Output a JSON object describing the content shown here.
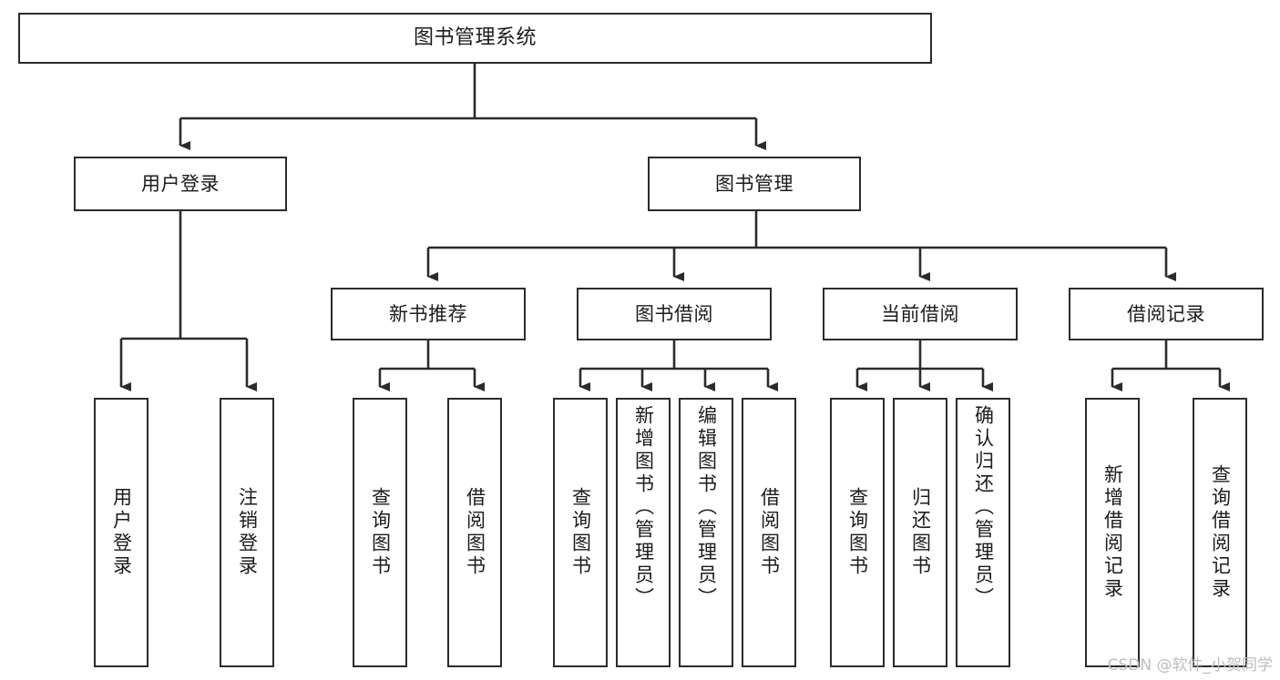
{
  "diagram": {
    "title": "图书管理系统",
    "watermark": "CSDN @软件_小贺同学",
    "stroke_color": "#2b2b2b",
    "fill_color": "#ffffff",
    "text_color": "#1b1b1b",
    "watermark_color": "#bdbdbd"
  },
  "nodes": {
    "root": {
      "label": "图书管理系统"
    },
    "level1": [
      {
        "label": "用户登录"
      },
      {
        "label": "图书管理"
      }
    ],
    "level2": [
      {
        "label": "新书推荐"
      },
      {
        "label": "图书借阅"
      },
      {
        "label": "当前借阅"
      },
      {
        "label": "借阅记录"
      }
    ],
    "leaves": {
      "user_login": [
        {
          "label": "用户登录"
        },
        {
          "label": "注销登录"
        }
      ],
      "new_book_recommend": [
        {
          "label": "查询图书"
        },
        {
          "label": "借阅图书"
        }
      ],
      "book_borrow": [
        {
          "label": "查询图书"
        },
        {
          "label": "新增图书（管理员）"
        },
        {
          "label": "编辑图书（管理员）"
        },
        {
          "label": "借阅图书"
        }
      ],
      "current_borrow": [
        {
          "label": "查询图书"
        },
        {
          "label": "归还图书"
        },
        {
          "label": "确认归还（管理员）"
        }
      ],
      "borrow_record": [
        {
          "label": "新增借阅记录"
        },
        {
          "label": "查询借阅记录"
        }
      ]
    }
  }
}
